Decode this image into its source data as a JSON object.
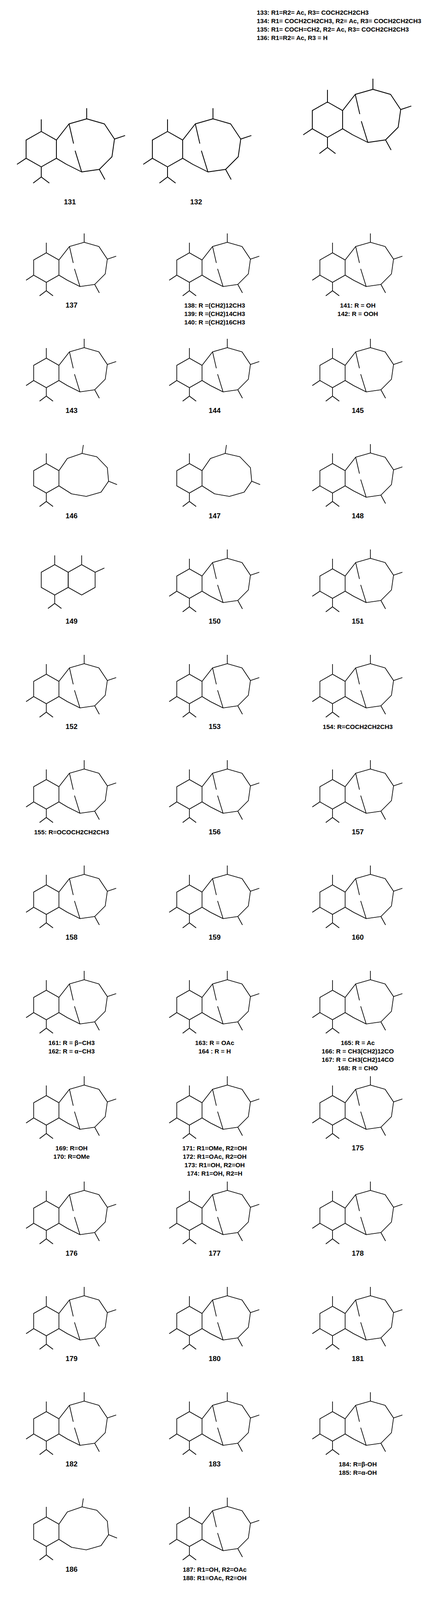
{
  "diagram": {
    "labels": [
      "131",
      "132",
      "133: R1=R2= Ac, R3= COCH2CH2CH3",
      "134: R1= COCH2CH2CH3, R2= Ac, R3= COCH2CH2CH3",
      "135: R1= COCH=CH2, R2= Ac, R3= COCH2CH2CH3",
      "136: R1=R2= Ac, R3 = H",
      "137",
      "138: R =(CH2)12CH3",
      "139: R =(CH2)14CH3",
      "140: R =(CH2)16CH3",
      "141: R = OH",
      "142: R = OOH",
      "143",
      "144",
      "145",
      "146",
      "147",
      "148",
      "149",
      "150",
      "151",
      "152",
      "153",
      "154: R=COCH2CH2CH3",
      "155: R=OCOCH2CH2CH3",
      "156",
      "157",
      "158",
      "159",
      "160",
      "161: R = β−CH3",
      "162: R = α−CH3",
      "163: R = OAc",
      "164 : R = H",
      "165: R = Ac",
      "166: R = CH3(CH2)12CO",
      "167: R = CH3(CH2)14CO",
      "168: R = CHO",
      "169: R=OH",
      "170: R=OMe",
      "171: R1=OMe, R2=OH",
      "172: R1=OAc, R2=OH",
      "173: R1=OH, R2=OH",
      "174: R1=OH, R2=H",
      "175",
      "176",
      "177",
      "178",
      "179",
      "180",
      "181",
      "182",
      "183",
      "184: R=β-OH",
      "185: R=α-OH",
      "186",
      "187: R1=OH, R2=OAc",
      "188: R1=OAc, R2=OH"
    ]
  }
}
